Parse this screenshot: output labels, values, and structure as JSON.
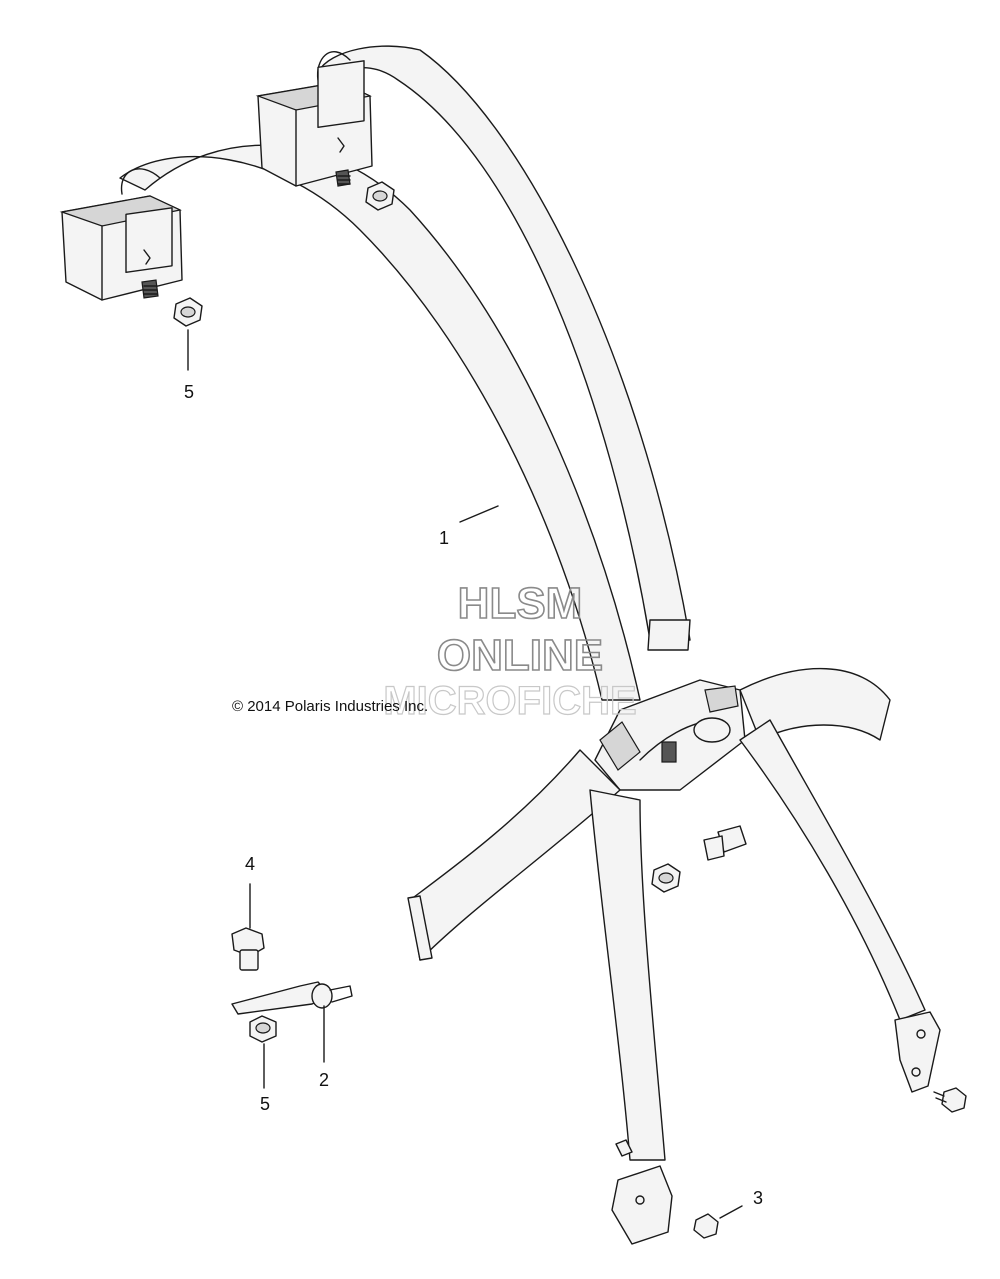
{
  "diagram": {
    "callouts": [
      {
        "id": "c1",
        "text": "1"
      },
      {
        "id": "c2",
        "text": "2"
      },
      {
        "id": "c3",
        "text": "3"
      },
      {
        "id": "c4",
        "text": "4"
      },
      {
        "id": "c5a",
        "text": "5"
      },
      {
        "id": "c5b",
        "text": "5"
      }
    ],
    "copyright": "© 2014 Polaris Industries Inc.",
    "watermark": {
      "line1": "HLSM",
      "line2": "ONLINE",
      "line3": "MICROFICHE"
    }
  }
}
